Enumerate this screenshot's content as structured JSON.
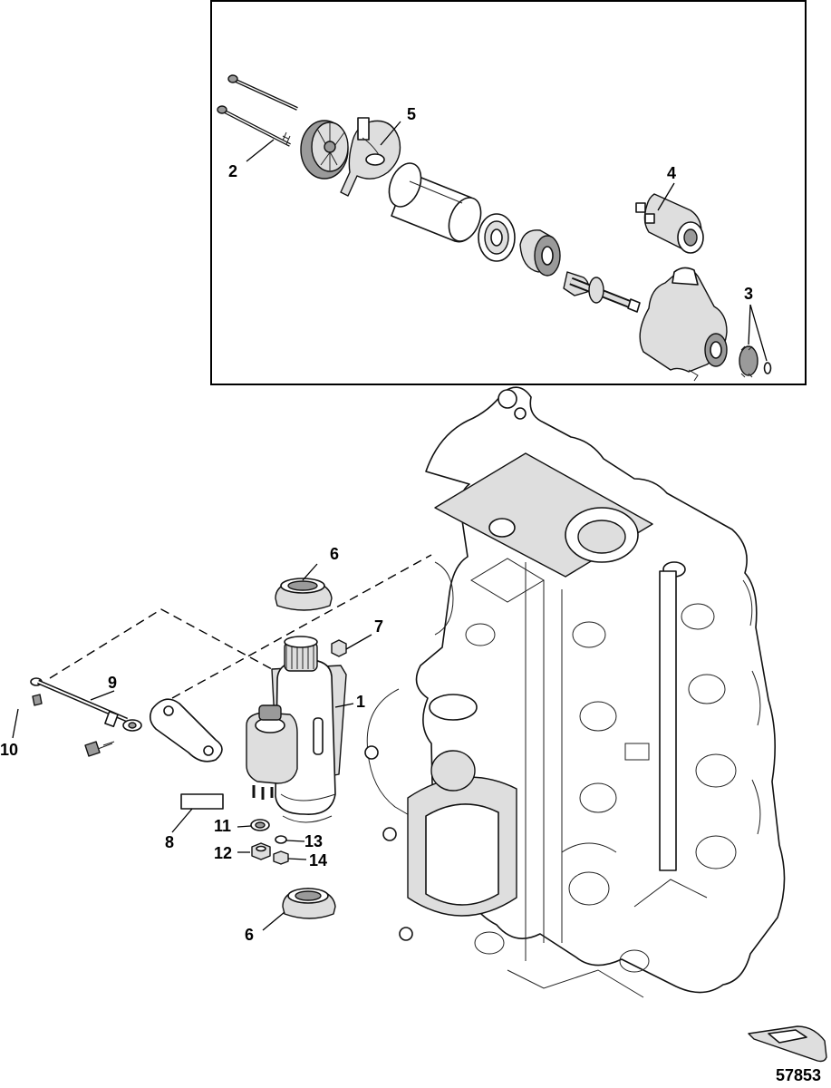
{
  "figure_number": "57853",
  "callouts": {
    "c1": "1",
    "c2": "2",
    "c3": "3",
    "c4": "4",
    "c5": "5",
    "c6a": "6",
    "c6b": "6",
    "c7": "7",
    "c8": "8",
    "c9": "9",
    "c10": "10",
    "c11": "11",
    "c12": "12",
    "c13": "13",
    "c14": "14"
  }
}
